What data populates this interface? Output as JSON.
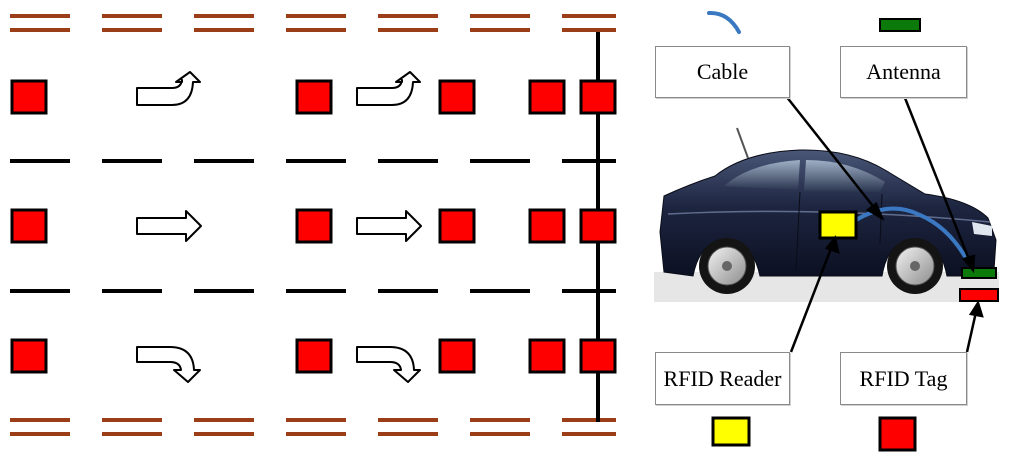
{
  "labels": {
    "cable": "Cable",
    "antenna": "Antenna",
    "rfid_reader": "RFID Reader",
    "rfid_tag": "RFID Tag"
  },
  "colors": {
    "tag": "#ff0000",
    "reader": "#ffff00",
    "antenna": "#0b7a0b",
    "cable": "#3a78c2",
    "road_edge": "#9b3d16",
    "car_body": "#1e2740"
  },
  "icons": {
    "arrows": [
      "left-turn-arrow-icon",
      "straight-arrow-icon",
      "right-turn-arrow-icon"
    ]
  }
}
